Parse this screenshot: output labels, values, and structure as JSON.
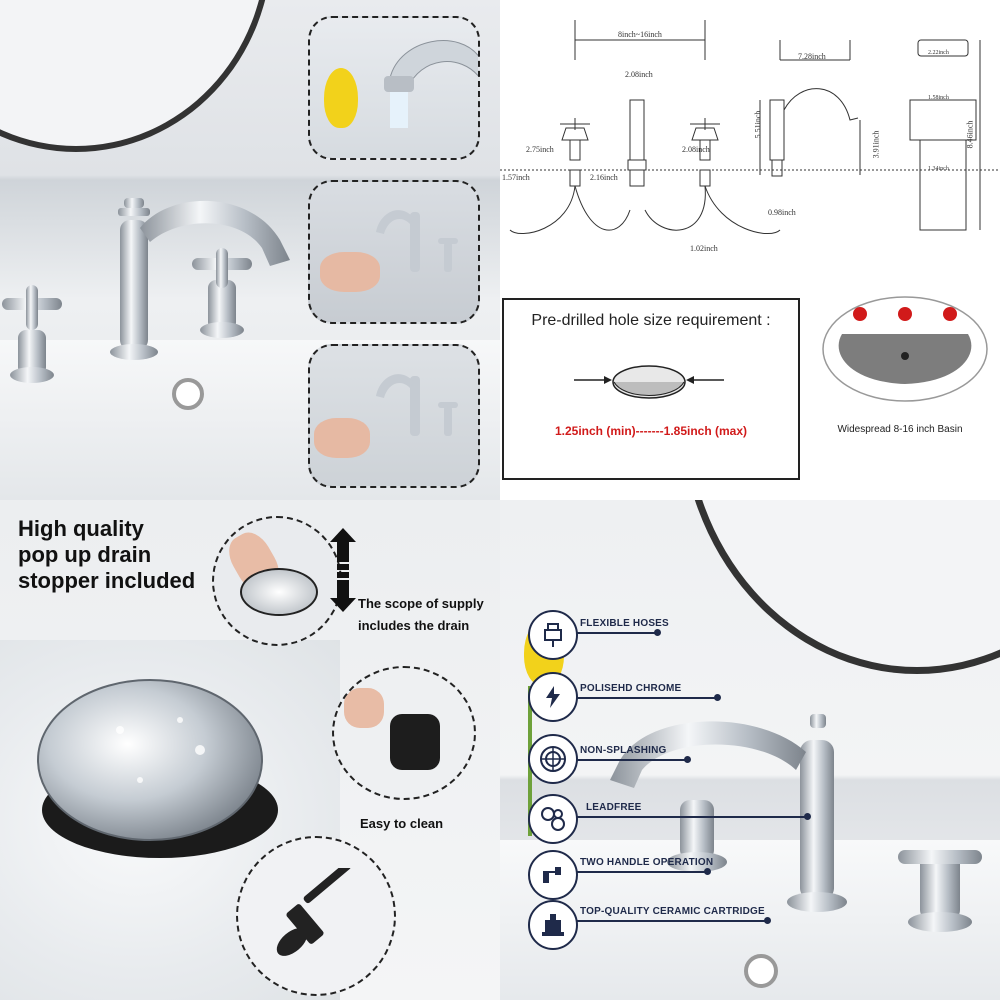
{
  "dimensions": {
    "spacing": "8inch~16inch",
    "handle_height": "2.08inch",
    "spout_reach": "7.28inch",
    "spout_height": "5.51inch",
    "valve_height": "2.75inch",
    "valve_height_2": "2.08inch",
    "shank_length": "1.57inch",
    "shank_length_2": "2.16inch",
    "spout_clearance": "3.91inch",
    "spout_shank": "0.98inch",
    "tee": "1.02inch",
    "drain_top": "2.22inch",
    "drain_neck": "1.58inch",
    "drain_body": "1.34inch",
    "drain_height": "8.46inch"
  },
  "hole_req": {
    "title": "Pre-drilled hole size requirement :",
    "range": "1.25inch (min)-------1.85inch (max)",
    "basin_caption": "Widespread 8-16 inch Basin"
  },
  "drain": {
    "heading_line1": "High quality",
    "heading_line2": "pop up drain",
    "heading_line3": "stopper included",
    "supply_line1": "The scope of supply",
    "supply_line2": "includes the drain",
    "clean_caption": "Easy to clean"
  },
  "features": [
    {
      "label": "FLEXIBLE HOSES",
      "icon": "hose-icon"
    },
    {
      "label": "POLISEHD CHROME",
      "icon": "lightning-icon"
    },
    {
      "label": "NON-SPLASHING",
      "icon": "aerator-icon"
    },
    {
      "label": "LEADFREE",
      "icon": "pipes-icon"
    },
    {
      "label": "TWO HANDLE OPERATION",
      "icon": "faucet-icon"
    },
    {
      "label": "TOP-QUALITY CERAMIC CARTRIDGE",
      "icon": "cartridge-icon"
    }
  ],
  "colors": {
    "navy": "#1f2a4a",
    "red": "#d11a1a",
    "chrome": "#c9ced4",
    "yellow": "#f2d21b"
  }
}
